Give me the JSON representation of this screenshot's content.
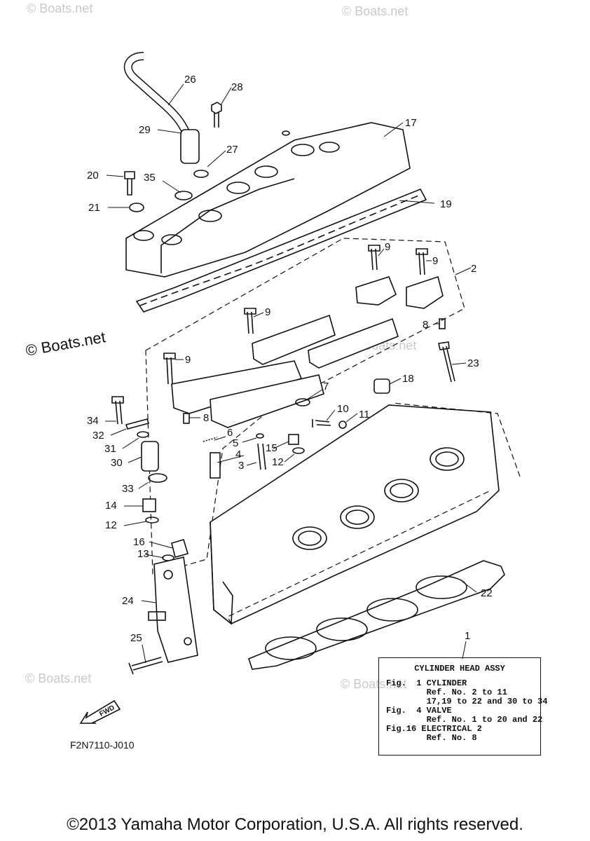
{
  "watermarks": [
    "© Boats.net",
    "© Boats.net",
    "© Boats.net",
    "© Boats.net",
    "© Boats.net"
  ],
  "watermark_main": "© Boats.net",
  "callouts": [
    "26",
    "28",
    "17",
    "29",
    "27",
    "20",
    "35",
    "19",
    "21",
    "9",
    "9",
    "2",
    "9",
    "8",
    "9",
    "23",
    "7",
    "18",
    "10",
    "11",
    "8",
    "34",
    "32",
    "6",
    "5",
    "31",
    "4",
    "15",
    "30",
    "3",
    "12",
    "33",
    "14",
    "12",
    "16",
    "13",
    "22",
    "24",
    "1",
    "25"
  ],
  "legend": {
    "title": "CYLINDER HEAD ASSY",
    "rows": [
      "Fig.  1 CYLINDER",
      "        Ref. No. 2 to 11",
      "        17,19 to 22 and 30 to 34",
      "Fig.  4 VALVE",
      "        Ref. No. 1 to 20 and 22",
      "Fig.16 ELECTRICAL 2",
      "        Ref. No. 8"
    ]
  },
  "fwd_label": "FWD",
  "diagram_code": "F2N7110-J010",
  "copyright": "©2013 Yamaha Motor Corporation, U.S.A. All rights reserved."
}
